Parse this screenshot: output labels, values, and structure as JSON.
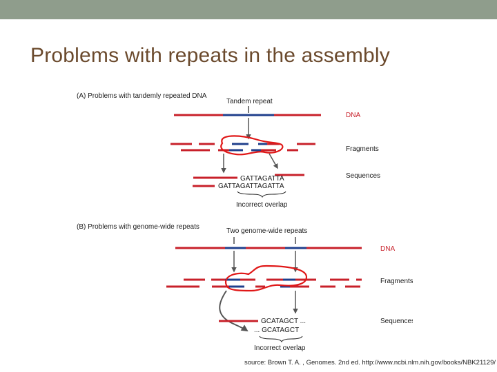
{
  "slide": {
    "title": "Problems with repeats in the assembly",
    "source": "source: Brown T. A. , Genomes. 2nd ed. http://www.ncbi.nlm.nih.gov/books/NBK21129/"
  },
  "panel_a": {
    "heading": "(A) Problems with tandemly repeated DNA",
    "repeat_label": "Tandem repeat",
    "dna_label": "DNA",
    "fragments_label": "Fragments",
    "sequences_label": "Sequences",
    "sequence_1": "GATTAGATTA",
    "sequence_2": "GATTAGATTAGATTA",
    "overlap_label": "Incorrect overlap"
  },
  "panel_b": {
    "heading": "(B) Problems with genome-wide repeats",
    "repeat_label": "Two genome-wide repeats",
    "dna_label": "DNA",
    "fragments_label": "Fragments",
    "sequences_label": "Sequences",
    "sequence_1": "GCATAGCT ...",
    "sequence_2": "... GCATAGCT",
    "overlap_label": "Incorrect overlap"
  },
  "colors": {
    "accent_top_bar": "#8f9d8c",
    "title_text": "#6b4a2d",
    "dna_strand": "#c8202a",
    "repeat_segment": "#1f3f8c",
    "highlight_outline": "#e01818",
    "arrow": "#555555"
  }
}
